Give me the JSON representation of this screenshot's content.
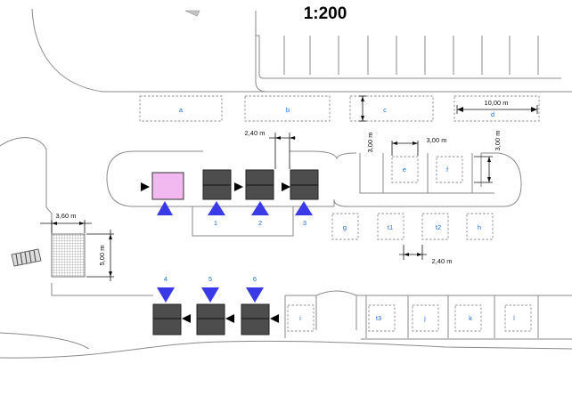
{
  "scale": "1:200",
  "colors": {
    "station_fill": "#4d4d4d",
    "station_highlight": "#f2b8f0",
    "arrow_blue": "#3a3ae6",
    "label_blue": "#1a6fd6",
    "line_grey": "#8a8a8a"
  },
  "zones": {
    "a": "a",
    "b": "b",
    "c": "c",
    "d": "d",
    "e": "e",
    "f": "f",
    "g": "g",
    "t1": "t1",
    "t2": "t2",
    "h": "h",
    "i": "i",
    "t3": "t3",
    "j": "j",
    "k": "k",
    "l": "l"
  },
  "stations": {
    "s1": "1",
    "s2": "2",
    "s3": "3",
    "s4": "4",
    "s5": "5",
    "s6": "6"
  },
  "dimensions": {
    "top_width": "10,00 m",
    "gap_top": "2,40 m",
    "c_height": "3,00 m",
    "ef_width": "3,00 m",
    "f_height": "3,00 m",
    "gap_bottom": "2,40 m",
    "entry_width": "3,60 m",
    "entry_length": "5,00 m"
  }
}
